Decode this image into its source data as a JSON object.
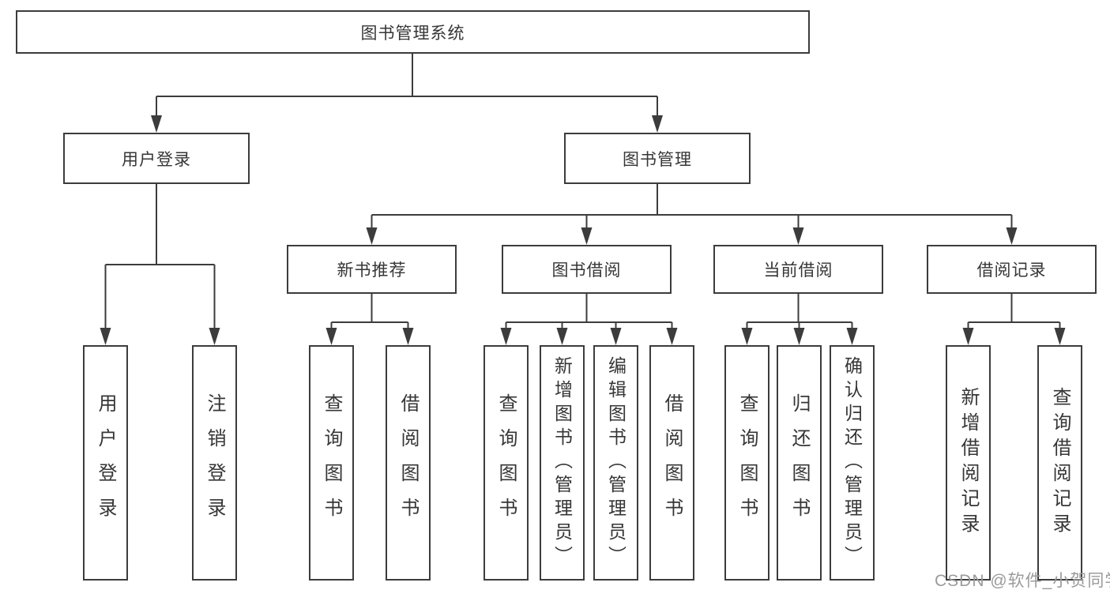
{
  "watermark": "CSDN @软件_小贺同学",
  "colors": {
    "line": "#3c3c3c",
    "box_border": "#3c3c3c",
    "box_background": "#ffffff",
    "text": "#363636",
    "watermark": "#9b9b9b",
    "page_background": "#ffffff"
  },
  "tree": {
    "root": {
      "label": "图书管理系统"
    },
    "branches": [
      {
        "label": "用户登录",
        "children": [
          {
            "label": "用户登录"
          },
          {
            "label": "注销登录"
          }
        ]
      },
      {
        "label": "图书管理",
        "children": [
          {
            "label": "新书推荐",
            "children": [
              {
                "label": "查询图书"
              },
              {
                "label": "借阅图书"
              }
            ]
          },
          {
            "label": "图书借阅",
            "children": [
              {
                "label": "查询图书"
              },
              {
                "label": "新增图书（管理员）"
              },
              {
                "label": "编辑图书（管理员）"
              },
              {
                "label": "借阅图书"
              }
            ]
          },
          {
            "label": "当前借阅",
            "children": [
              {
                "label": "查询图书"
              },
              {
                "label": "归还图书"
              },
              {
                "label": "确认归还（管理员）"
              }
            ]
          },
          {
            "label": "借阅记录",
            "children": [
              {
                "label": "新增借阅记录"
              },
              {
                "label": "查询借阅记录"
              }
            ]
          }
        ]
      }
    ]
  }
}
